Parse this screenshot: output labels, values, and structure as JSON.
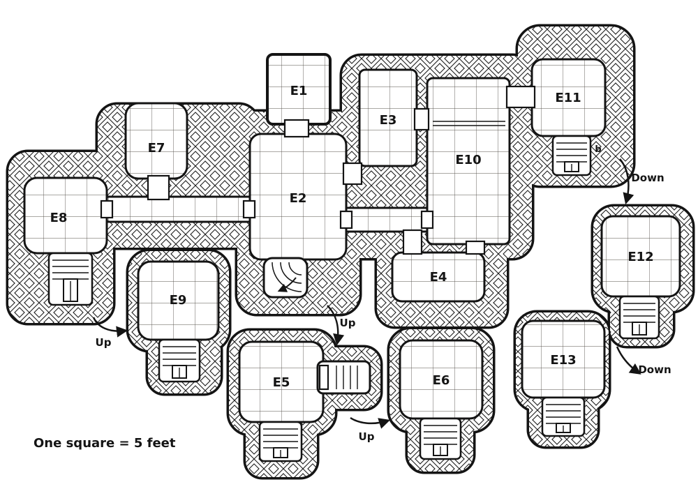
{
  "legend": "One square = 5 feet",
  "rooms": [
    {
      "label": "E1"
    },
    {
      "label": "E2"
    },
    {
      "label": "E3"
    },
    {
      "label": "E4"
    },
    {
      "label": "E5"
    },
    {
      "label": "E6"
    },
    {
      "label": "E7"
    },
    {
      "label": "E8"
    },
    {
      "label": "E9"
    },
    {
      "label": "E10"
    },
    {
      "label": "E11"
    },
    {
      "label": "E12"
    },
    {
      "label": "E13"
    }
  ],
  "annotations": {
    "down_top": "Down",
    "down_right": "Down",
    "up_left": "Up",
    "up_center": "Up",
    "up_bottom": "Up"
  },
  "marks": {
    "door_b": "b"
  }
}
